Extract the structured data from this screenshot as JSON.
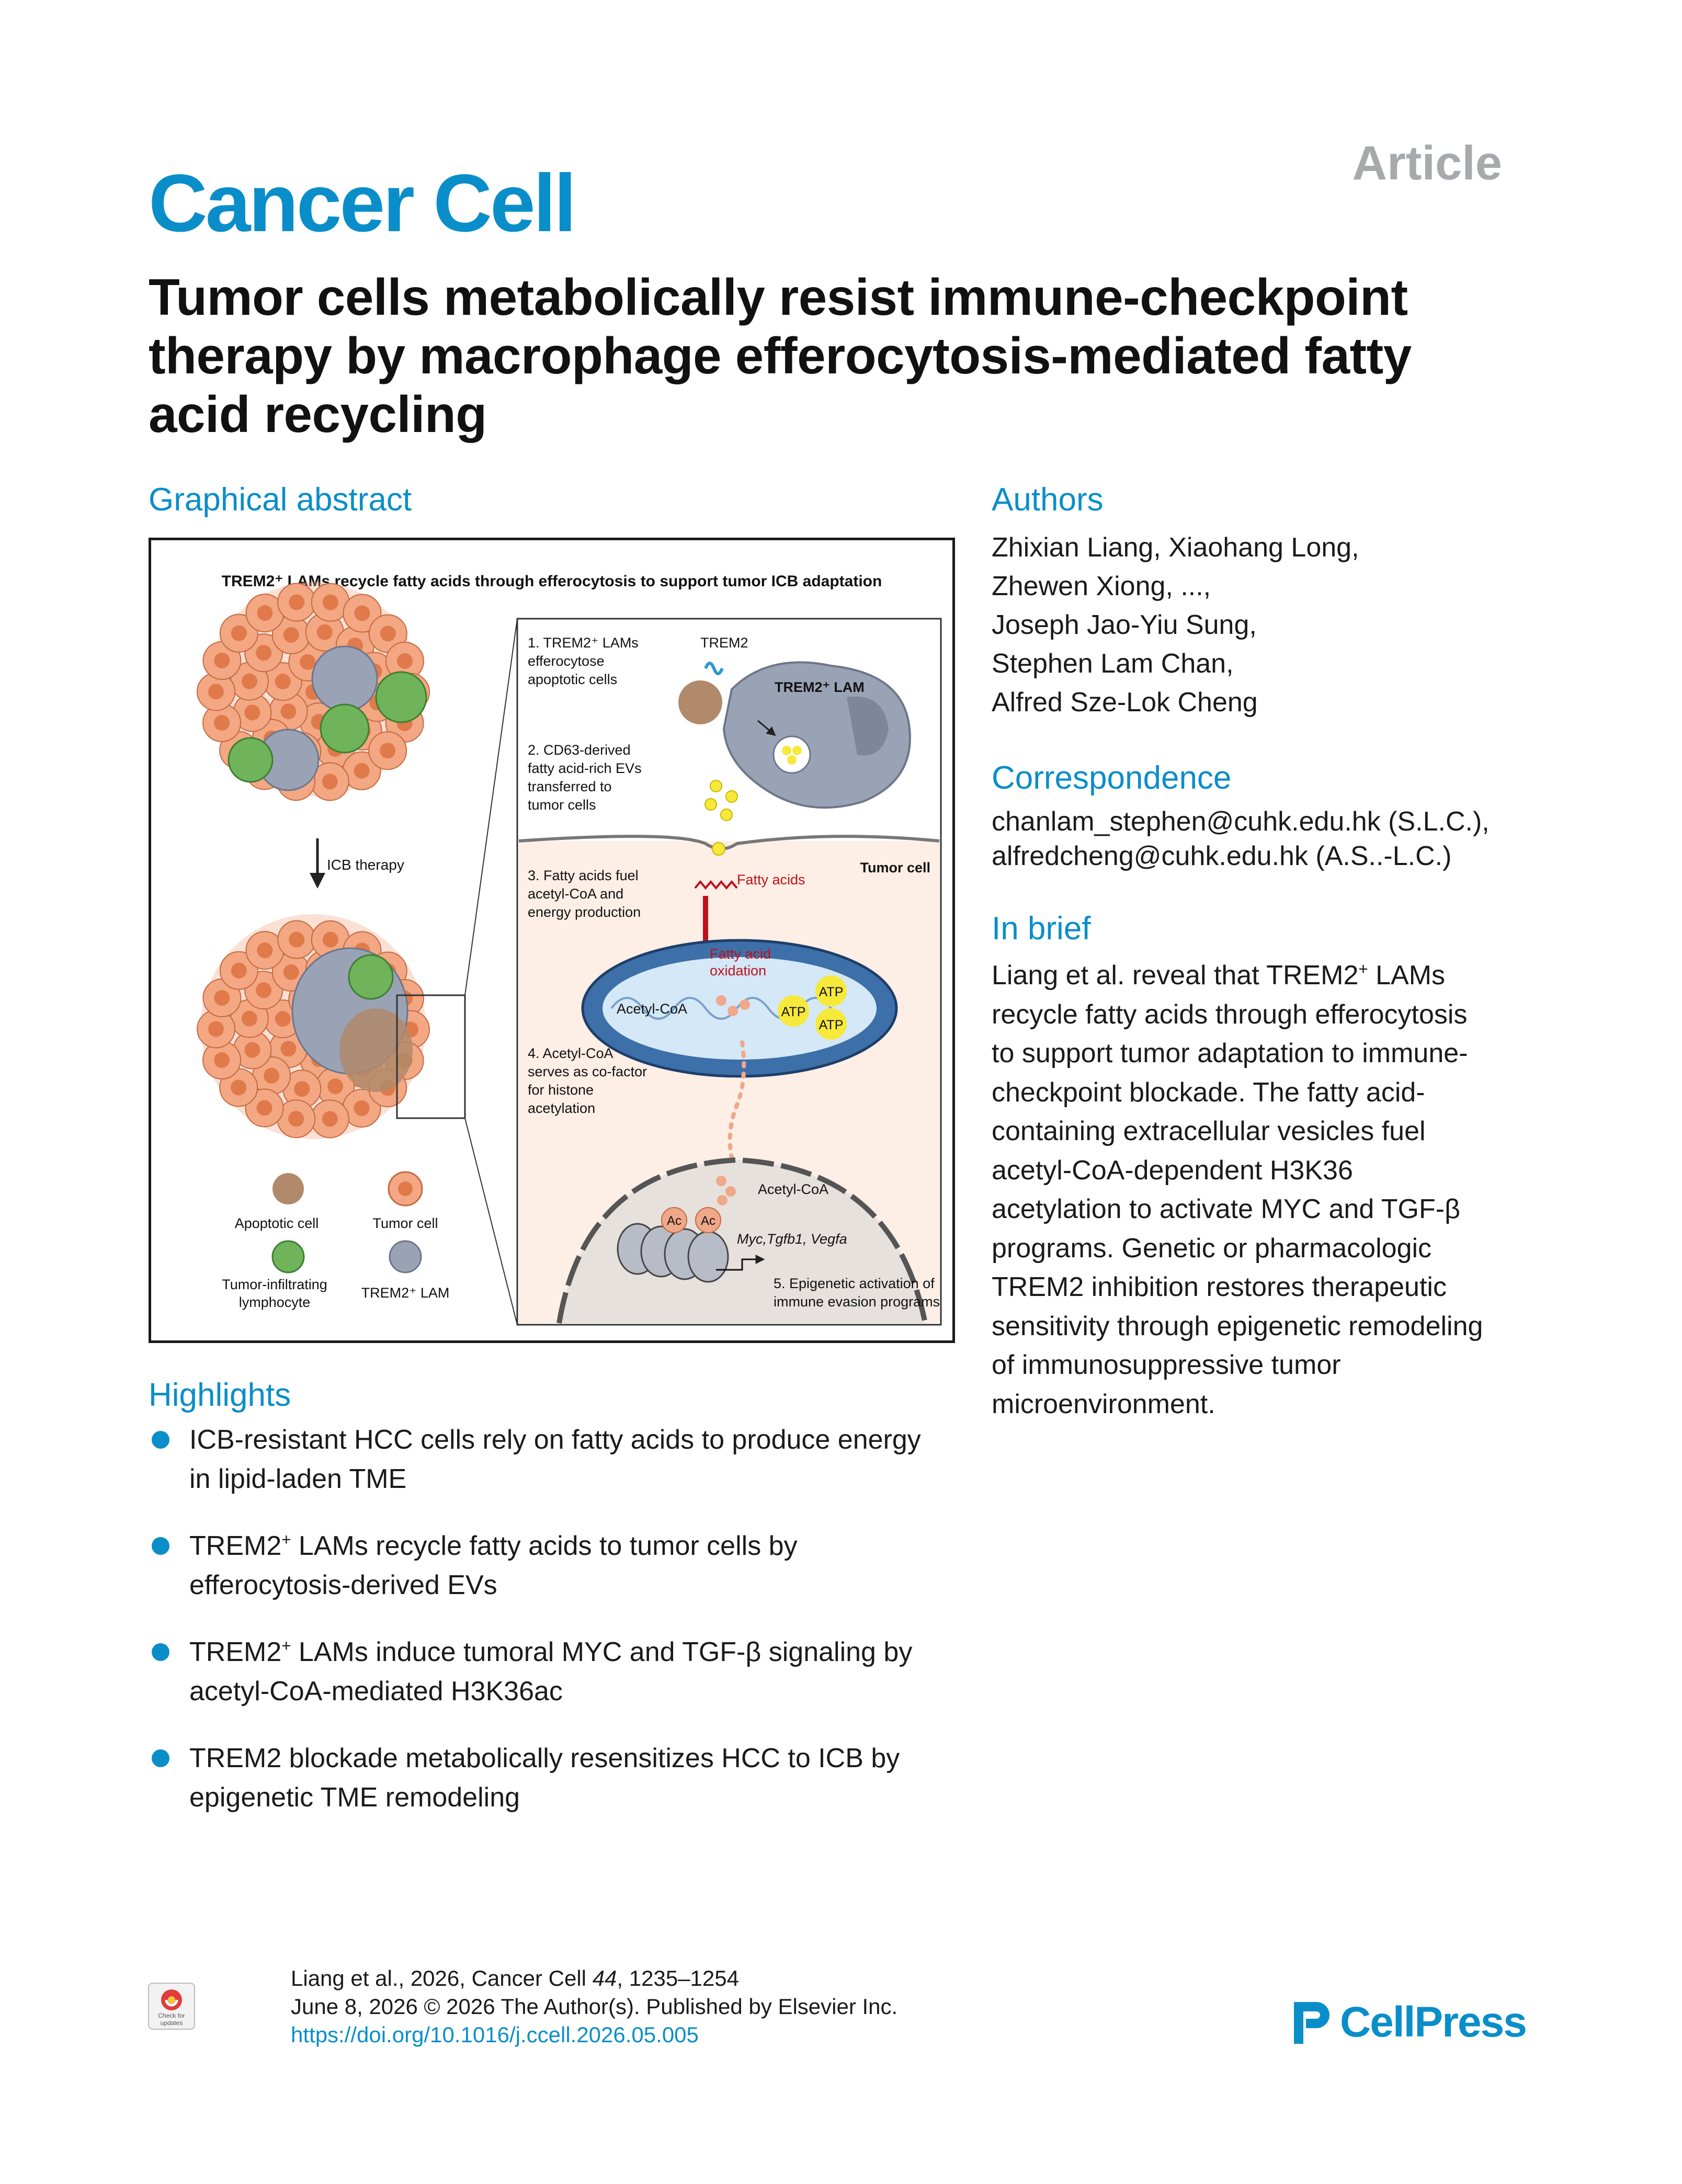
{
  "header": {
    "article_label": "Article",
    "journal": "Cancer Cell"
  },
  "title": "Tumor cells metabolically resist immune-checkpoint therapy by macrophage efferocytosis-mediated fatty acid recycling",
  "graphical_abstract": {
    "heading": "Graphical abstract",
    "figure_title": "TREM2⁺ LAMs recycle fatty acids through efferocytosis to support tumor ICB adaptation",
    "icb_label": "ICB therapy",
    "step1": [
      "1. TREM2⁺ LAMs",
      "efferocytose",
      "apoptotic cells"
    ],
    "trem2_label": "TREM2",
    "lam_label": "TREM2⁺ LAM",
    "step2": [
      "2. CD63-derived",
      "fatty acid-rich EVs",
      "transferred to",
      "tumor cells"
    ],
    "tumor_cell_label": "Tumor cell",
    "step3": [
      "3. Fatty acids fuel",
      "acetyl-CoA and",
      "energy production"
    ],
    "fatty_acids_label": "Fatty acids",
    "fao_label": [
      "Fatty acid",
      "oxidation"
    ],
    "acetyl_coa_label": "Acetyl-CoA",
    "atp_label": "ATP",
    "step4": [
      "4. Acetyl-CoA",
      "serves as co-factor",
      "for histone",
      "acetylation"
    ],
    "acetyl_coa_label_2": "Acetyl-CoA",
    "ac_label": "Ac",
    "genes_label": "Myc,Tgfb1, Vegfa",
    "step5": [
      "5. Epigenetic activation of",
      "immune evasion programs"
    ],
    "legend": {
      "apoptotic": "Apoptotic cell",
      "tumor": "Tumor cell",
      "til": [
        "Tumor-infiltrating",
        "lymphocyte"
      ],
      "lam": "TREM2⁺ LAM"
    },
    "colors": {
      "tumor": "#f3a783",
      "nucleus": "#e07a4a",
      "lam": "#9aa3b5",
      "lymphocyte": "#6fb35a",
      "panel_bg": "#fdeee6",
      "arrow_red": "#c0101a",
      "atp": "#f7e93a"
    }
  },
  "highlights": {
    "heading": "Highlights",
    "items": [
      {
        "lines": [
          "ICB-resistant HCC cells rely on fatty acids to produce energy",
          "in lipid-laden TME"
        ]
      },
      {
        "prefix": "TREM2",
        "sup": "+",
        "rest": " LAMs recycle fatty acids to tumor cells by",
        "line2": "efferocytosis-derived EVs"
      },
      {
        "prefix": "TREM2",
        "sup": "+",
        "rest": " LAMs induce tumoral MYC and TGF-β signaling by",
        "line2": "acetyl-CoA-mediated H3K36ac"
      },
      {
        "lines": [
          "TREM2 blockade metabolically resensitizes HCC to ICB by",
          "epigenetic TME remodeling"
        ]
      }
    ]
  },
  "authors": {
    "heading": "Authors",
    "lines": [
      "Zhixian Liang, Xiaohang Long,",
      "Zhewen Xiong, ...,",
      "Joseph Jao-Yiu Sung,",
      "Stephen Lam Chan,",
      "Alfred Sze-Lok Cheng"
    ]
  },
  "correspondence": {
    "heading": "Correspondence",
    "lines": [
      "chanlam_stephen@cuhk.edu.hk (S.L.C.),",
      "alfredcheng@cuhk.edu.hk (A.S..-L.C.)"
    ]
  },
  "in_brief": {
    "heading": "In brief",
    "line1_prefix": "Liang et al. reveal that TREM2",
    "line1_sup": "+",
    "line1_rest": " LAMs",
    "lines": [
      "recycle fatty acids through efferocytosis",
      "to support tumor adaptation to immune-",
      "checkpoint blockade. The fatty acid-",
      "containing extracellular vesicles fuel",
      "acetyl-CoA-dependent H3K36",
      "acetylation to activate MYC and TGF-β",
      "programs. Genetic or pharmacologic",
      "TREM2 inhibition restores therapeutic",
      "sensitivity through epigenetic remodeling",
      "of immunosuppressive tumor",
      "microenvironment."
    ]
  },
  "footer": {
    "citation_prefix": "Liang et al., 2026, Cancer Cell ",
    "citation_volume": "44",
    "citation_pages": ", 1235–1254",
    "line2": "June 8, 2026 © 2026 The Author(s). Published by Elsevier Inc.",
    "doi": "https://doi.org/10.1016/j.ccell.2026.05.005",
    "check_updates": [
      "Check for",
      "updates"
    ],
    "publisher": "CellPress"
  }
}
